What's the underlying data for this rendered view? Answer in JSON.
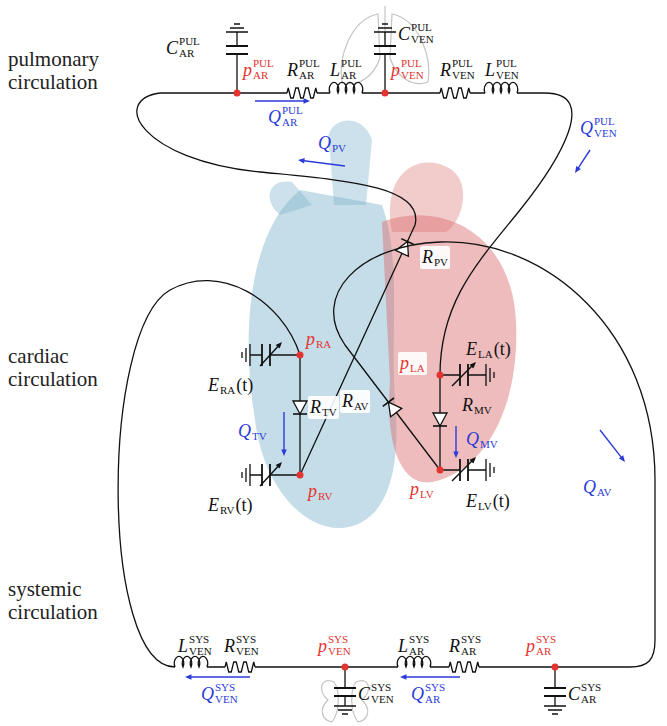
{
  "diagram": {
    "labels": [
      "pulmonary circulation",
      "cardiac circulation",
      "systemic circulation",
      "C",
      "AR",
      "PUL",
      "R",
      "AR",
      "PUL",
      "L",
      "AR",
      "PUL",
      "C",
      "VEN",
      "PUL",
      "p",
      "AR",
      "PUL",
      "p",
      "VEN",
      "PUL",
      "R",
      "VEN",
      "PUL",
      "L",
      "VEN",
      "PUL",
      "Q",
      "AR",
      "PUL",
      "Q",
      "VEN",
      "PUL",
      "Q",
      "PV",
      "R",
      "PV",
      "p",
      "RA",
      "E",
      "RA",
      "(t)",
      "R",
      "TV",
      "Q",
      "TV",
      "R",
      "AV",
      "p",
      "LA",
      "E",
      "LA",
      "(t)",
      "R",
      "MV",
      "Q",
      "MV",
      "p",
      "RV",
      "E",
      "RV",
      "(t)",
      "p",
      "LV",
      "E",
      "LV",
      "(t)",
      "Q",
      "AV",
      "L",
      "VEN",
      "SYS",
      "R",
      "VEN",
      "SYS",
      "p",
      "VEN",
      "SYS",
      "L",
      "AR",
      "SYS",
      "R",
      "AR",
      "SYS",
      "p",
      "AR",
      "SYS",
      "Q",
      "VEN",
      "SYS",
      "Q",
      "AR",
      "SYS",
      "C",
      "VEN",
      "SYS",
      "C",
      "AR",
      "SYS"
    ]
  }
}
